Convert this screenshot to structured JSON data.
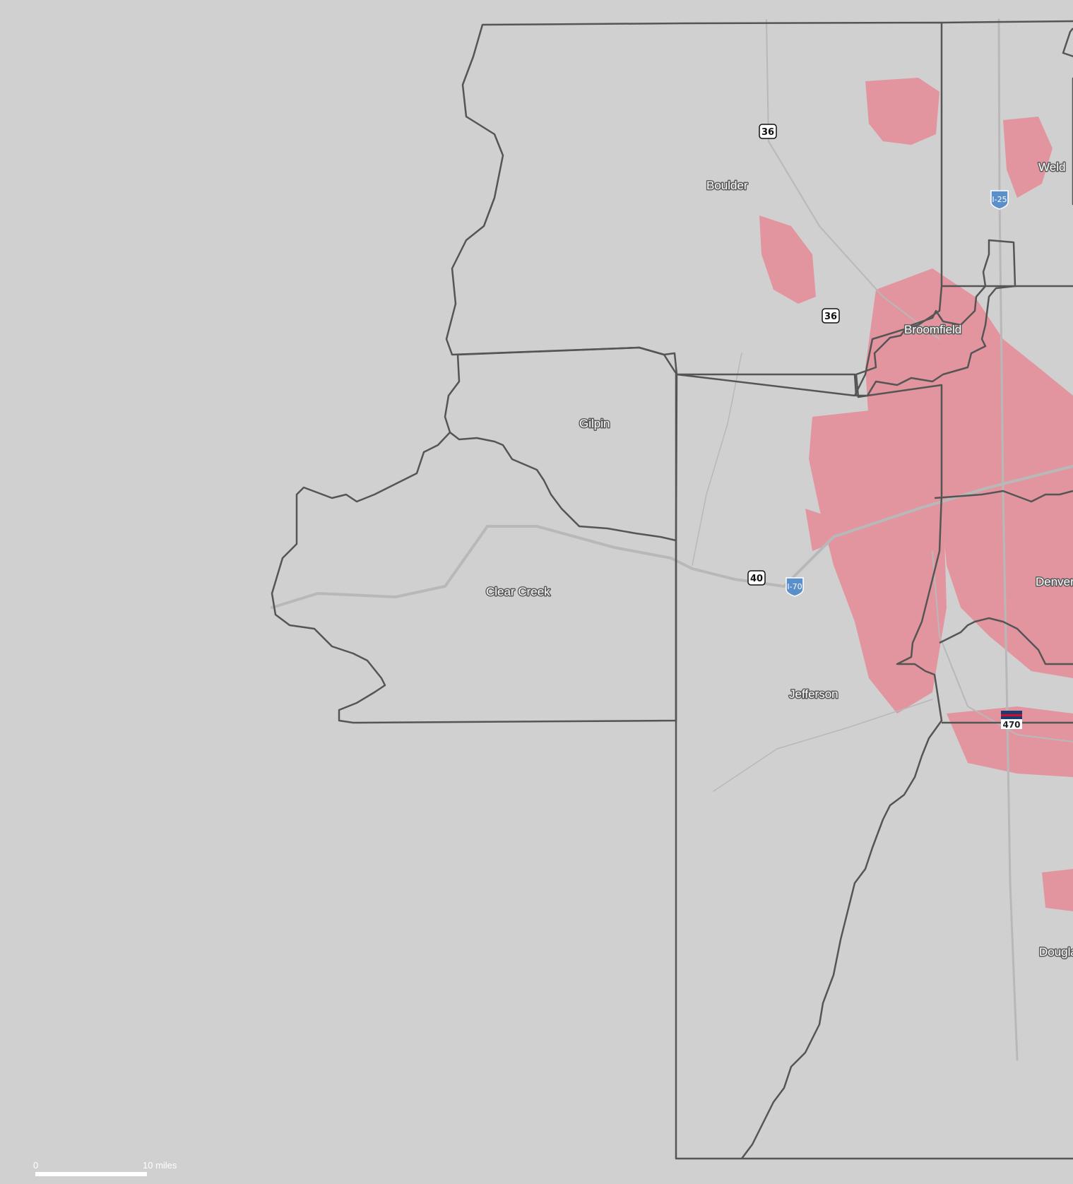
{
  "map": {
    "colors": {
      "background": "#d0d0d0",
      "boundary": "#555555",
      "urban": "#e8828f",
      "road": "#b8b8b8",
      "label_halo": "#5a5a5a",
      "interstate_shield": "#5b8fc9"
    },
    "counties": [
      {
        "id": "boulder",
        "name": "Boulder"
      },
      {
        "id": "weld",
        "name": "Weld"
      },
      {
        "id": "broomfield",
        "name": "Broomfield"
      },
      {
        "id": "gilpin",
        "name": "Gilpin"
      },
      {
        "id": "clear-creek",
        "name": "Clear Creek"
      },
      {
        "id": "jefferson",
        "name": "Jefferson"
      },
      {
        "id": "denver",
        "name": "Denver"
      },
      {
        "id": "douglas",
        "name": "Dougla"
      }
    ],
    "shields": {
      "us36_north": "36",
      "us36_south": "36",
      "us40": "40",
      "i25": "I-25",
      "i70": "I-70",
      "co470": "470"
    },
    "scale_bar": {
      "start_label": "0",
      "end_label": "10 miles"
    }
  }
}
